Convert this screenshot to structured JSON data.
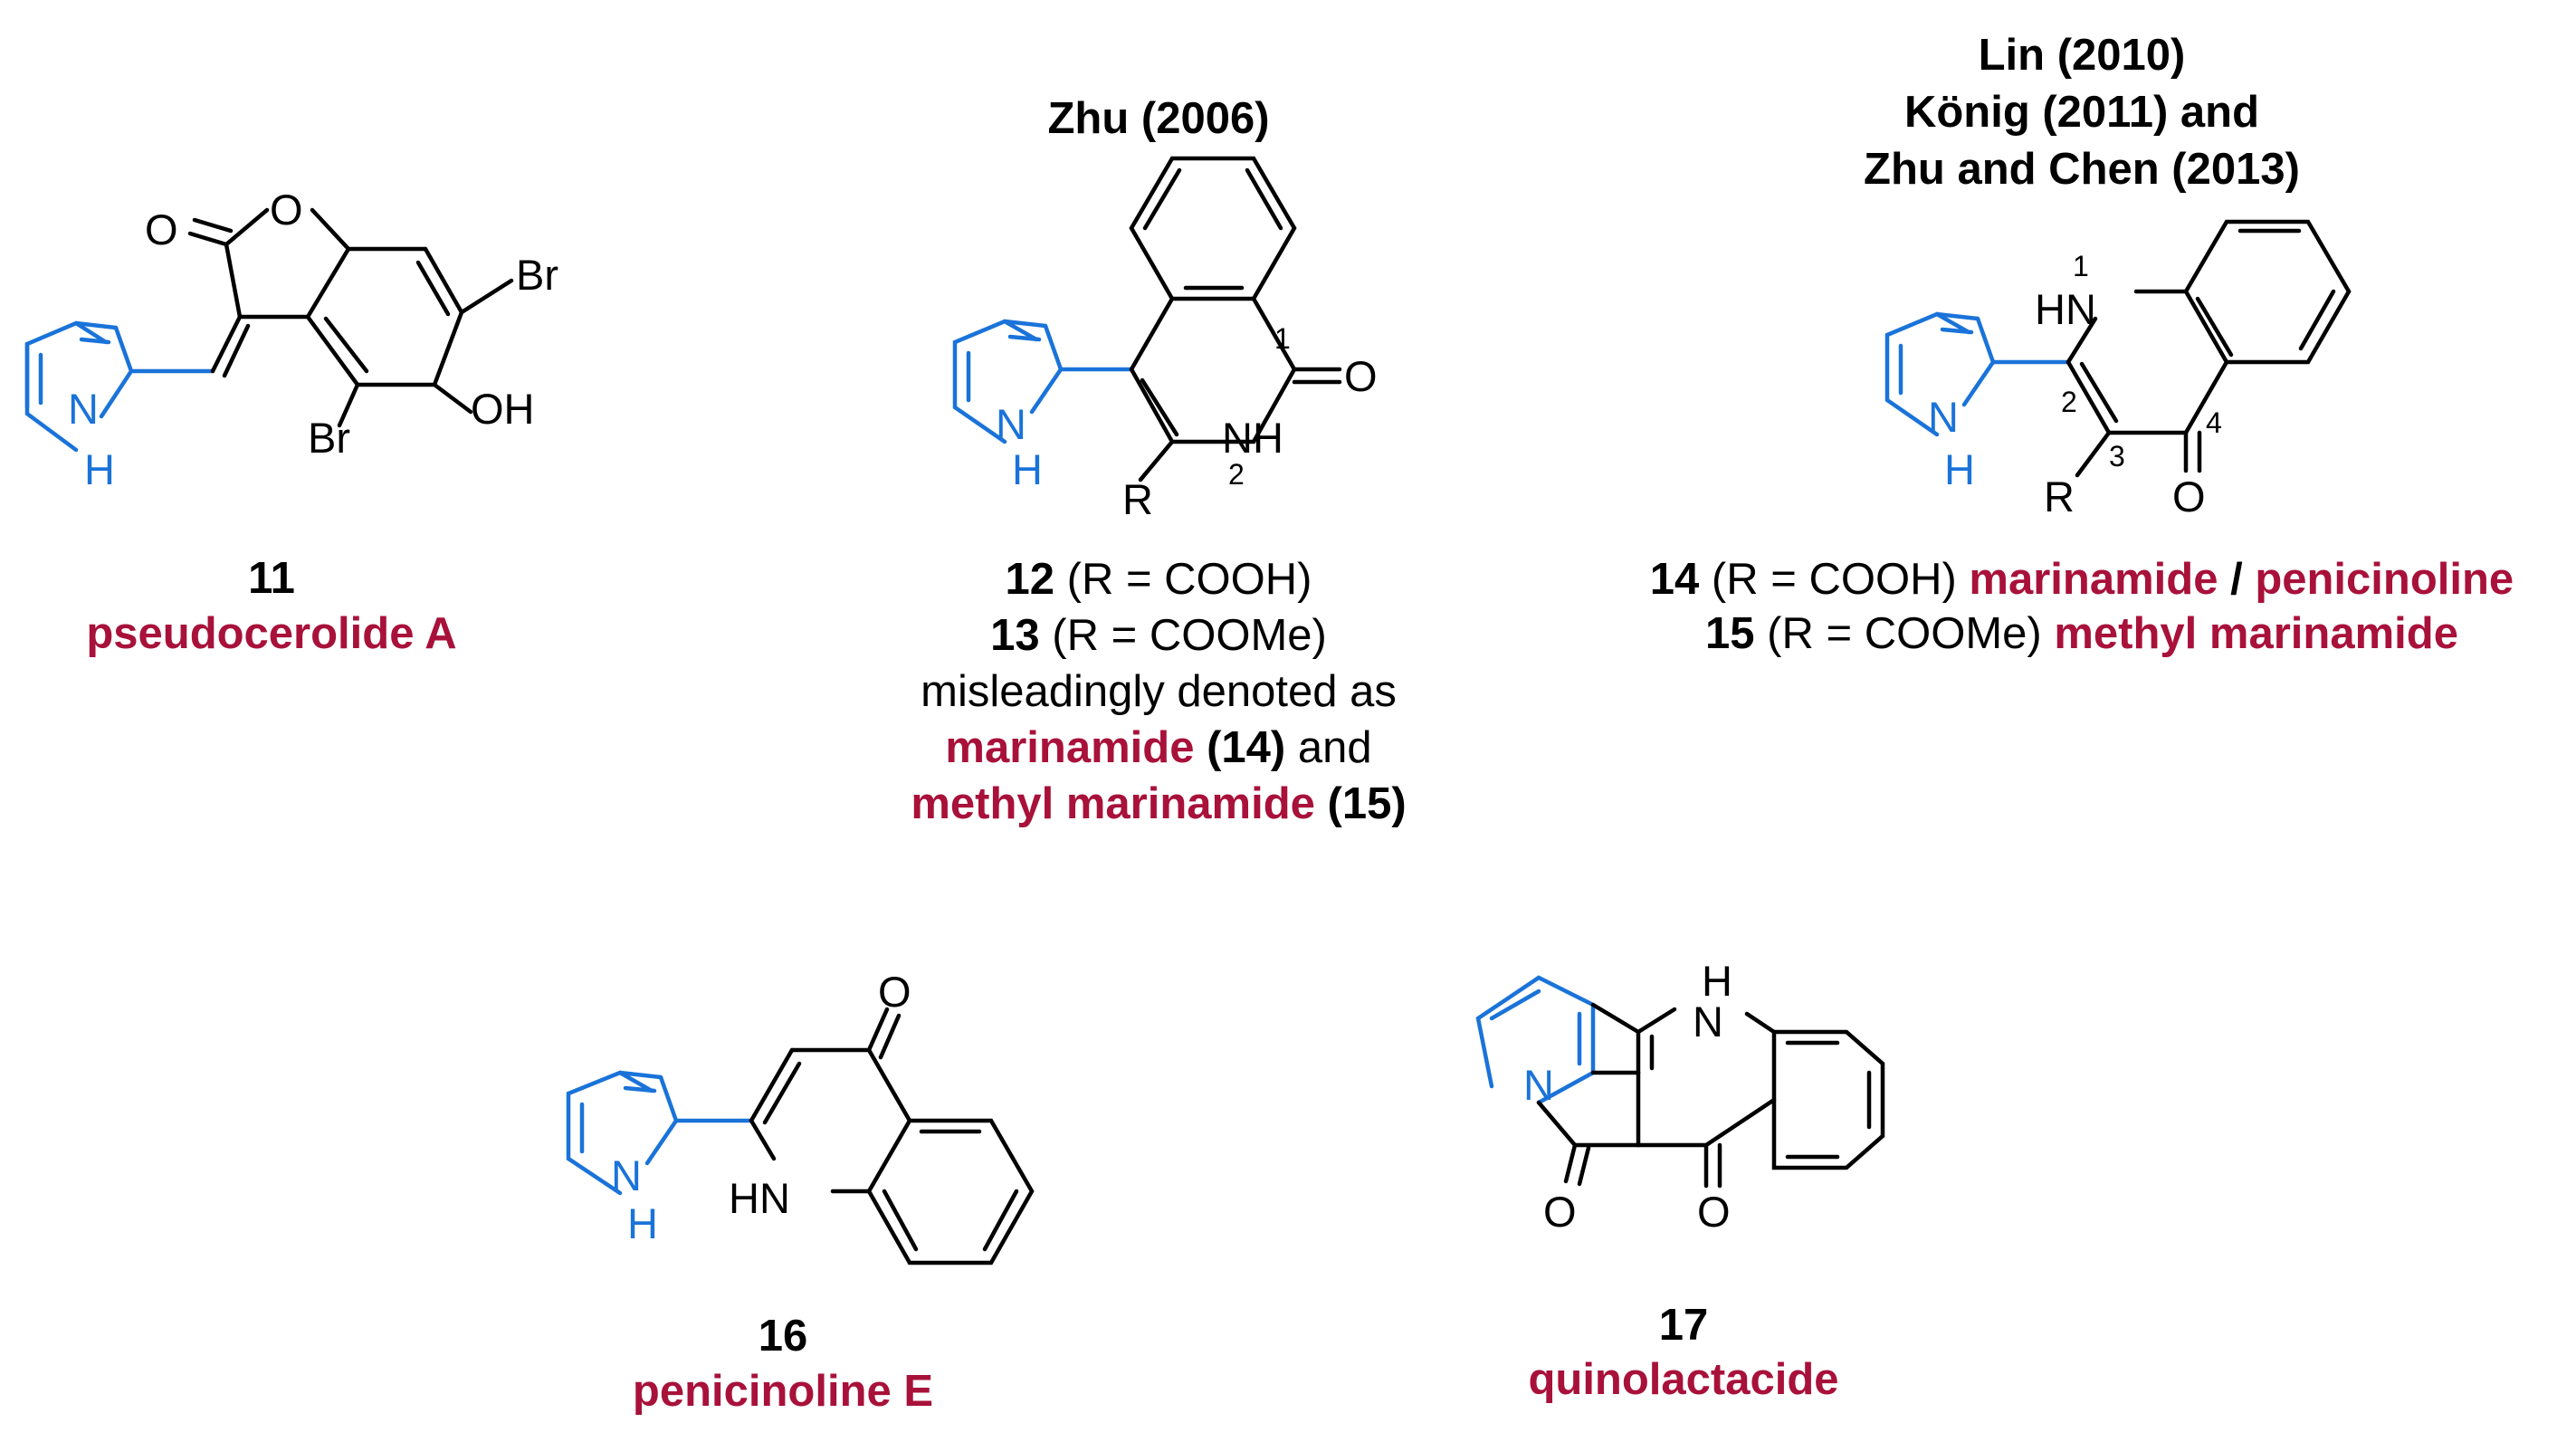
{
  "colors": {
    "pyrrole": "#1a73d9",
    "compound_name": "#a8113a",
    "text": "#000000",
    "background": "#ffffff"
  },
  "headings": {
    "zhu": "Zhu (2006)",
    "lin_line1": "Lin (2010)",
    "lin_line2": "König  (2011) and",
    "lin_line3": "Zhu and Chen (2013)"
  },
  "atoms": {
    "o": "O",
    "br": "Br",
    "oh": "OH",
    "h": "H",
    "n": "N",
    "nh": "NH",
    "hn": "HN",
    "r": "R"
  },
  "locants": {
    "l1": "1",
    "l2": "2",
    "l3": "3",
    "l4": "4"
  },
  "compounds": {
    "c11": {
      "number": "11",
      "name": "pseudocerolide A"
    },
    "c12": {
      "number": "12",
      "text": " (R = COOH)"
    },
    "c13": {
      "number": "13",
      "text": " (R = COOMe)",
      "note1": "misleadingly denoted as",
      "note2_name": "marinamide ",
      "note2_ref": "(14)",
      "note2_and": " and",
      "note3_name": "methyl marinamide ",
      "note3_ref": "(15)"
    },
    "c14": {
      "number": "14",
      "text": " (R = COOH) ",
      "name1": "marinamide",
      "slash": " / ",
      "name2": "penicinoline"
    },
    "c15": {
      "number": "15",
      "text": " (R = COOMe) ",
      "name": "methyl marinamide"
    },
    "c16": {
      "number": "16",
      "name": "penicinoline E"
    },
    "c17": {
      "number": "17",
      "name": "quinolactacide"
    }
  }
}
